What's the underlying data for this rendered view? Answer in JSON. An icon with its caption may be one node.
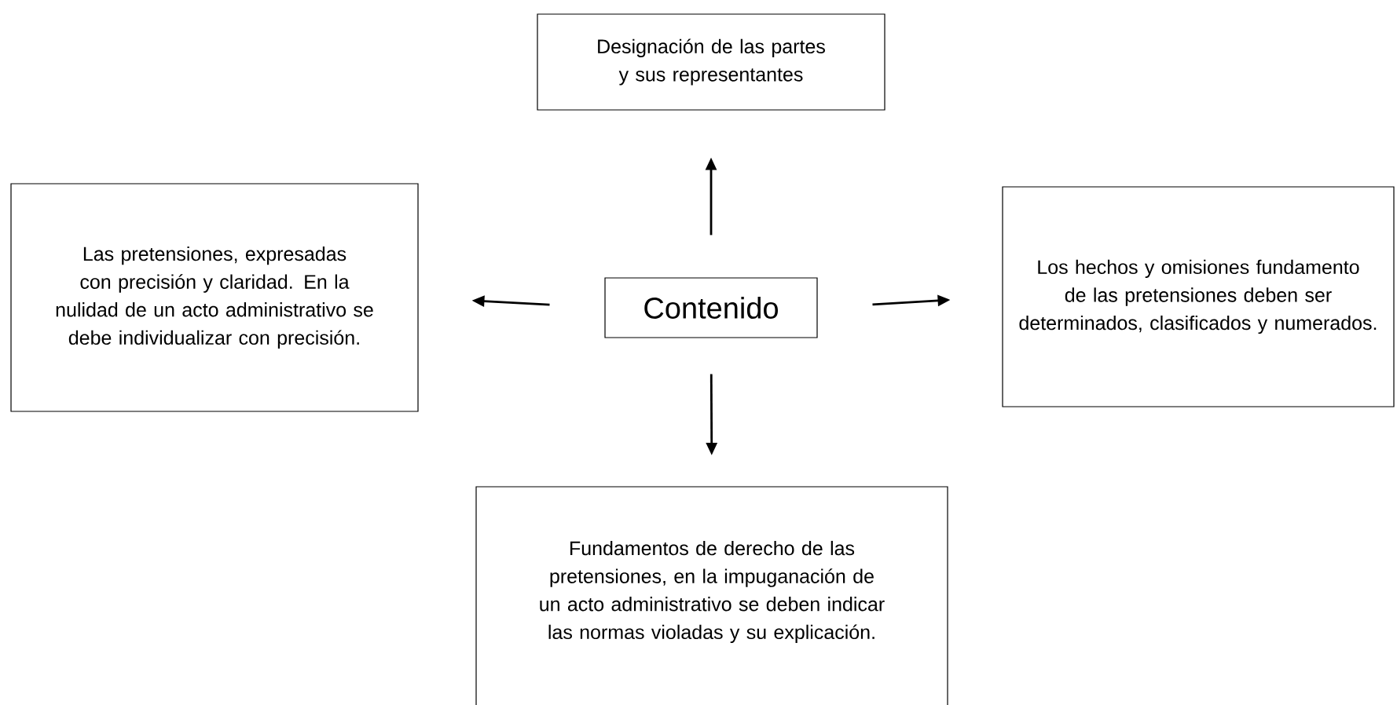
{
  "diagram": {
    "nodes": [
      {
        "text": [
          "Designación de las partes y sus representantes"
        ]
      },
      {
        "text": [
          "Las pretensiones, expresadas con precisión y claridad. En la nulidad de un acto administrativo se debe individualizar con precisión."
        ]
      },
      {
        "text": [
          "Contenido"
        ]
      },
      {
        "text": [
          "Los hechos y omisiones fundamento de las pretensiones deben ser determinados, clasificados y numerados."
        ]
      },
      {
        "text": [
          "Fundamentos de derecho de las pretensiones, en la impuganación de un acto administrativo se deben indicar las normas violadas y su explicación."
        ]
      }
    ],
    "edges": [
      {
        "from": 2,
        "to": 0,
        "arrow": "to"
      },
      {
        "from": 2,
        "to": 1,
        "arrow": "to"
      },
      {
        "from": 2,
        "to": 3,
        "arrow": "to"
      },
      {
        "from": 2,
        "to": 4,
        "arrow": "to"
      }
    ]
  }
}
